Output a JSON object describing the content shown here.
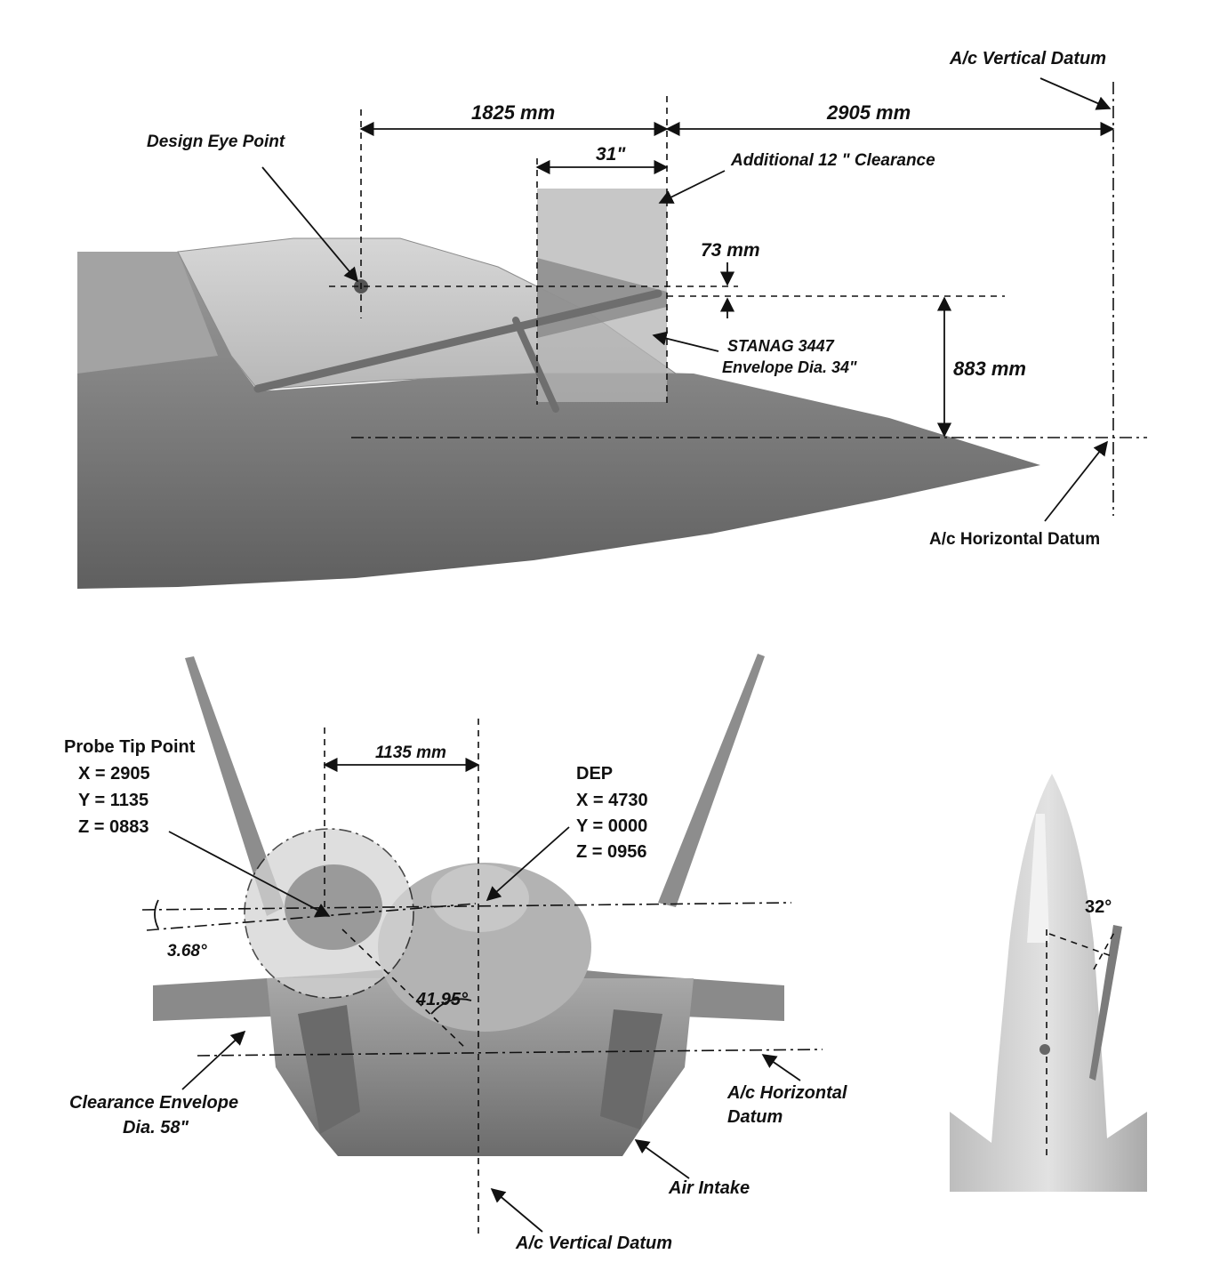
{
  "side_view": {
    "vertical_datum_label": "A/c Vertical Datum",
    "dim_1825": "1825 mm",
    "dim_2905": "2905 mm",
    "design_eye_point": "Design Eye Point",
    "dim_31in": "31\"",
    "additional_clearance": "Additional 12 \" Clearance",
    "dim_73": "73 mm",
    "stanag_line1": "STANAG 3447",
    "stanag_line2": "Envelope Dia. 34\"",
    "dim_883": "883 mm",
    "horizontal_datum_label": "A/c Horizontal Datum"
  },
  "front_view": {
    "probe_tip_title": "Probe Tip Point",
    "probe_x": "X = 2905",
    "probe_y": "Y = 1135",
    "probe_z": "Z = 0883",
    "dim_1135": "1135 mm",
    "dep_title": "DEP",
    "dep_x": "X = 4730",
    "dep_y": "Y = 0000",
    "dep_z": "Z = 0956",
    "angle_368": "3.68°",
    "angle_4195": "41.95°",
    "clearance_line1": "Clearance Envelope",
    "clearance_line2": "Dia. 58\"",
    "horiz_datum_line1": "A/c Horizontal",
    "horiz_datum_line2": "Datum",
    "air_intake": "Air Intake",
    "vertical_datum_label": "A/c Vertical Datum"
  },
  "top_view": {
    "angle_32": "32°"
  }
}
